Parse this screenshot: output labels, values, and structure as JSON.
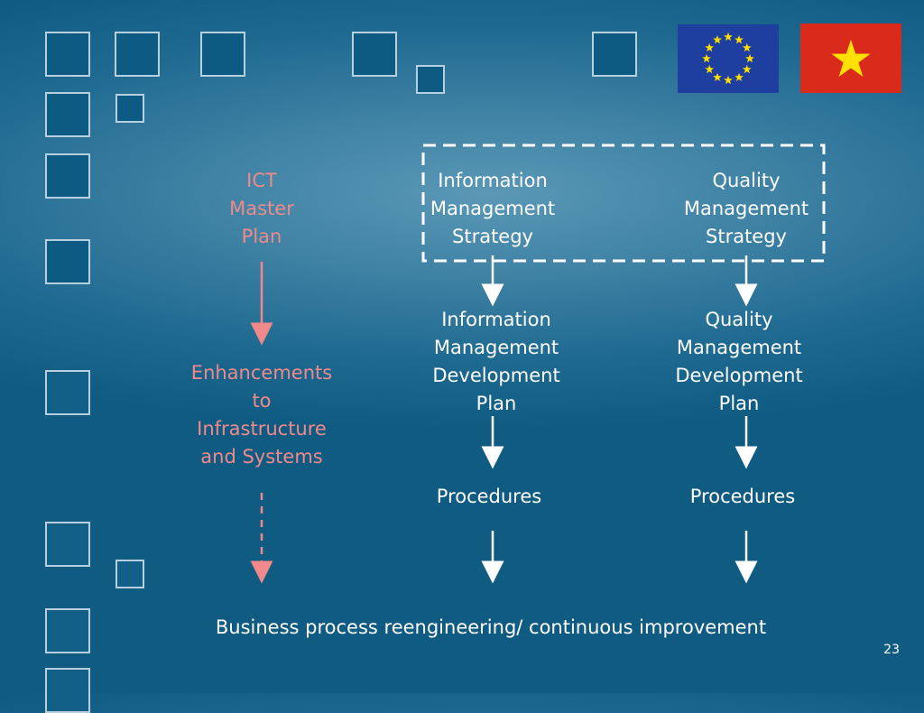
{
  "diagram": {
    "left_column": {
      "top": [
        "ICT",
        "Master",
        "Plan"
      ],
      "middle": [
        "Enhancements",
        "to",
        "Infrastructure",
        "and Systems"
      ]
    },
    "middle_column": {
      "strategy": [
        "Information",
        "Management",
        "Strategy"
      ],
      "plan": [
        "Information",
        "Management",
        "Development",
        "Plan"
      ],
      "procedures": "Procedures"
    },
    "right_column": {
      "strategy": [
        "Quality",
        "Management",
        "Strategy"
      ],
      "plan": [
        "Quality",
        "Management",
        "Development",
        "Plan"
      ],
      "procedures": "Procedures"
    },
    "bottom": "Business process reengineering/ continuous improvement"
  },
  "slide_number": "23",
  "flags": [
    {
      "name": "eu-flag-icon",
      "background": "#1f3fa0",
      "stars": "#ffdd00"
    },
    {
      "name": "vietnam-flag-icon",
      "background": "#da2a1c",
      "star": "#ffe000"
    }
  ],
  "colors": {
    "accent_pink": "#f08a8a",
    "text": "#ffffff"
  }
}
